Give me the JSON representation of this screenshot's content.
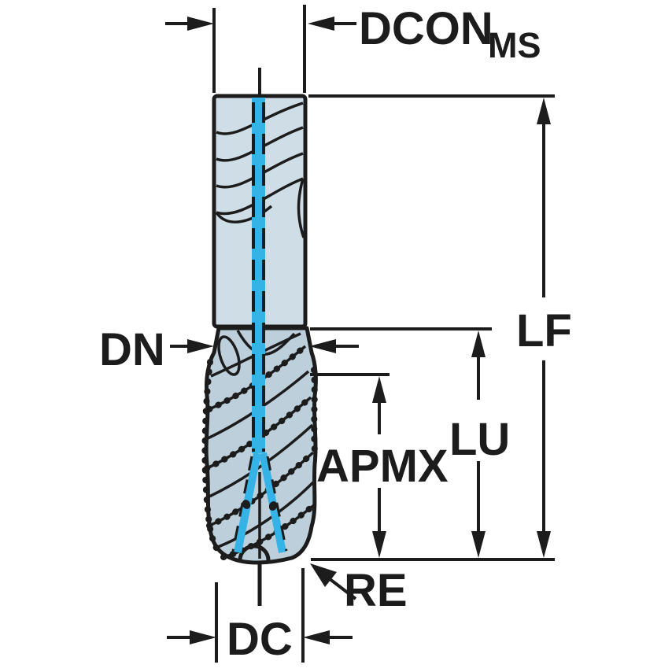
{
  "drawing": {
    "type": "tool-dimension-diagram",
    "labels": {
      "dcon": "DCON",
      "dcon_sub": "MS",
      "lf": "LF",
      "lu": "LU",
      "apmx": "APMX",
      "dn": "DN",
      "re": "RE",
      "dc": "DC"
    }
  },
  "colors": {
    "background": "#ffffff",
    "outline": "#1c1c1c",
    "body_fill": "#cfdde6",
    "cutting_fill": "#bccfda",
    "coolant": "#35b3e6"
  }
}
